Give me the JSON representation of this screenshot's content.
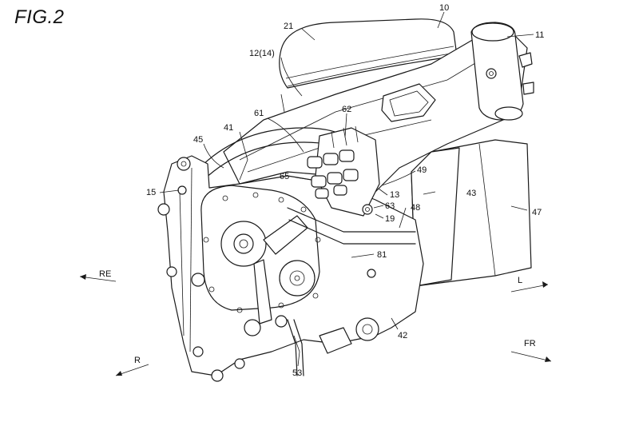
{
  "figure": {
    "title": "FIG.2",
    "labels": [
      {
        "id": "l21",
        "text": "21"
      },
      {
        "id": "l10",
        "text": "10"
      },
      {
        "id": "l11",
        "text": "11"
      },
      {
        "id": "l12",
        "text": "12(14)"
      },
      {
        "id": "l61",
        "text": "61"
      },
      {
        "id": "l62",
        "text": "62"
      },
      {
        "id": "l41",
        "text": "41"
      },
      {
        "id": "l45",
        "text": "45"
      },
      {
        "id": "l15",
        "text": "15"
      },
      {
        "id": "l65",
        "text": "65"
      },
      {
        "id": "l49",
        "text": "49"
      },
      {
        "id": "l13",
        "text": "13"
      },
      {
        "id": "l63",
        "text": "63"
      },
      {
        "id": "l43",
        "text": "43"
      },
      {
        "id": "l19",
        "text": "19"
      },
      {
        "id": "l48",
        "text": "48"
      },
      {
        "id": "l47",
        "text": "47"
      },
      {
        "id": "l81",
        "text": "81"
      },
      {
        "id": "l42",
        "text": "42"
      },
      {
        "id": "l53",
        "text": "53"
      }
    ],
    "directions": {
      "re": "RE",
      "r": "R",
      "l": "L",
      "fr": "FR"
    }
  }
}
